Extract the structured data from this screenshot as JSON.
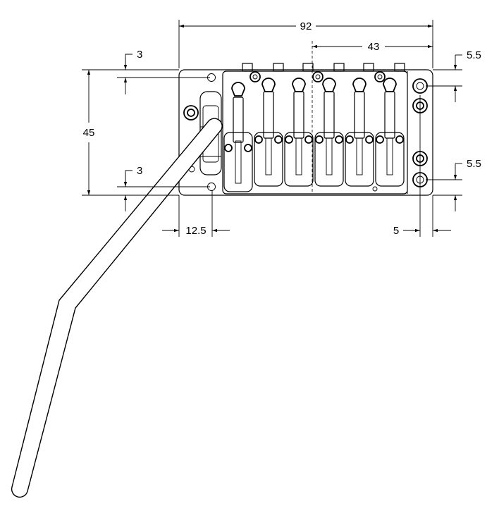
{
  "dimensions": {
    "overall_width": "92",
    "saddle_spacing": "43",
    "top_offset_left": "3",
    "height": "45",
    "bottom_offset_left": "3",
    "left_offset": "12.5",
    "top_offset_right": "5.5",
    "bottom_offset_right": "5.5",
    "right_offset": "5"
  }
}
